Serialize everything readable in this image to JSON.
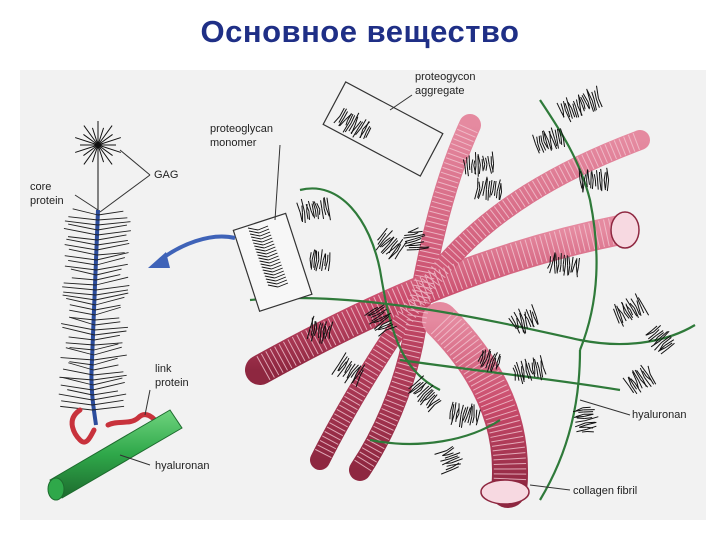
{
  "title": "Основное вещество",
  "labels": {
    "proteoglycan_aggregate_line1": "proteogycon",
    "proteoglycan_aggregate_line2": "aggregate",
    "proteoglycan_monomer_line1": "proteoglycan",
    "proteoglycan_monomer_line2": "monomer",
    "gag": "GAG",
    "core_protein_line1": "core",
    "core_protein_line2": "protein",
    "link_protein_line1": "link",
    "link_protein_line2": "protein",
    "hyaluronan_left": "hyaluronan",
    "hyaluronan_right": "hyaluronan",
    "collagen_fibril": "collagen fibril"
  },
  "colors": {
    "title": "#1f2f86",
    "collagen": "#c94b6b",
    "collagen_dark": "#8e2740",
    "hyaluronan": "#2f7a3a",
    "hyaluronan_bright": "#2fa84a",
    "link_protein": "#c8323c",
    "core_protein": "#2b4c9c",
    "bristles": "#111111",
    "arrow": "#3f63b8"
  }
}
